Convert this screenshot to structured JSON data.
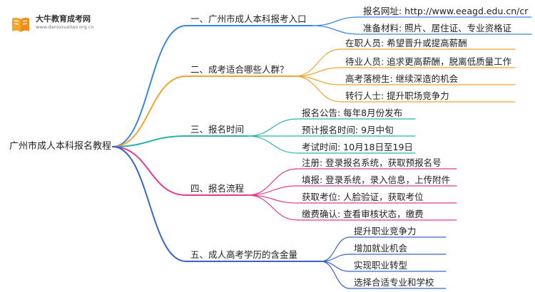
{
  "logo": {
    "title": "大牛教育成考网",
    "url": "www.daniuxueliao.org.cn"
  },
  "root": "广州市成人本科报名教程",
  "branches": [
    {
      "label": "一、广州市成人本科报考入口",
      "color": "#3a86e8",
      "children": [
        "报名网址: http://www.eeagd.edu.cn/cr",
        "准备材料: 照片、居住证、专业资格证"
      ]
    },
    {
      "label": "二、成考适合哪些人群？",
      "color": "#f0a531",
      "children": [
        "在职人员: 希望晋升或提高薪酬",
        "待业人员: 追求更高薪酬，脱离低质量工作",
        "高考落榜生: 继续深造的机会",
        "转行人士: 提升职场竞争力"
      ]
    },
    {
      "label": "三、报名时间",
      "color": "#2bb3a6",
      "children": [
        "报名公告: 每年8月份发布",
        "预计报名时间: 9月中旬",
        "考试时间: 10月18日至19日"
      ]
    },
    {
      "label": "四、报名流程",
      "color": "#e23a8c",
      "children": [
        "注册: 登录报名系统，获取预报名号",
        "填报: 登录系统，录入信息，上传附件",
        "获取考位: 人脸验证，获取考位",
        "缴费确认: 查看审核状态，缴费"
      ]
    },
    {
      "label": "五、成人高考学历的含金量",
      "color": "#3a63c9",
      "children": [
        "提升职业竞争力",
        "增加就业机会",
        "实现职业转型",
        "选择合适专业和学校"
      ]
    }
  ]
}
